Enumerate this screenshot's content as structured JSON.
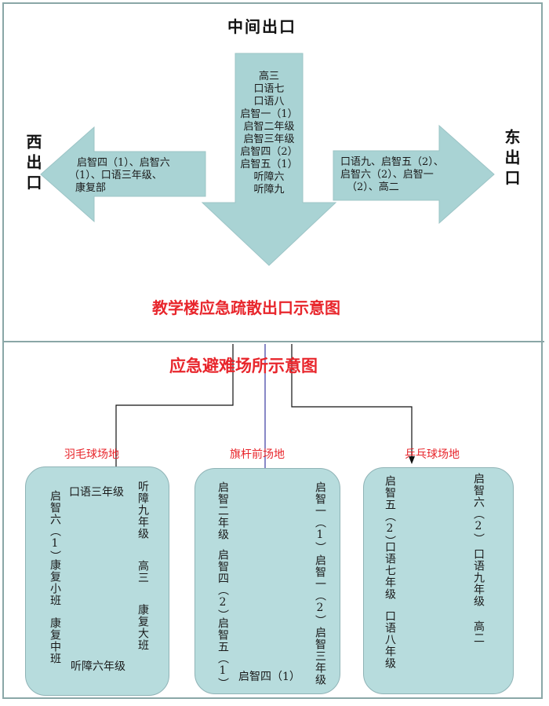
{
  "evacuation": {
    "middle_exit": "中间出口",
    "west_exit": "西出口",
    "east_exit": "东出口",
    "down_arrow_lines": [
      "高三",
      "口语七",
      "口语八",
      "启智一（1）",
      "启智二年级",
      "启智三年级",
      "启智四（2）",
      "启智五（1）",
      "听障六",
      "听障九"
    ],
    "west_arrow_lines": [
      "启智四（1）、启智六",
      "（1）、口语三年级、",
      "康复部"
    ],
    "east_arrow_lines": [
      "口语九、启智五（2）、",
      "启智六（2）、启智一",
      "（2）、高二"
    ],
    "title": "教学楼应急疏散出口示意图"
  },
  "refuge": {
    "title": "应急避难场所示意图",
    "zones": [
      {
        "name": "羽毛球场地",
        "top_label": "口语三年级",
        "bottom_label": "听障六年级",
        "left_columns": [
          "启智六（1）",
          "康复小班",
          "康复中班"
        ],
        "right_columns": [
          "听障九年级",
          "高三",
          "康复大班"
        ]
      },
      {
        "name": "旗杆前场地",
        "bottom_label": "启智四（1）",
        "left_columns": [
          "启智二年级",
          "启智四（2）",
          "启智五（1）"
        ],
        "right_columns": [
          "启智一（1）",
          "启智一（2）",
          "启智三年级"
        ]
      },
      {
        "name": "乒乓球场地",
        "left_columns": [
          "启智五（2）",
          "口语七年级",
          "口语八年级"
        ],
        "right_columns": [
          "启智六（2）",
          "口语九年级",
          "高二"
        ]
      }
    ]
  },
  "colors": {
    "arrow_fill": "#a9d3d4",
    "zone_fill": "#b7dcdd",
    "title_red": "#e8262c",
    "frame": "#8aa7a7"
  }
}
